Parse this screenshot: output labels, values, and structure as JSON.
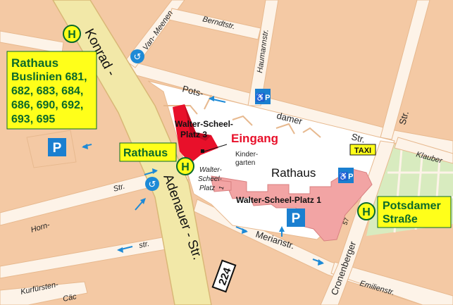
{
  "map": {
    "colors": {
      "block": "#f4c9a4",
      "road": "#fdf3e8",
      "main_road": "#f2e8a8",
      "rathaus": "#ffffff",
      "wing": "#f2a4a4",
      "entrance": "#e8102a",
      "green": "#d8ebbf",
      "label_yellow": "#ffff1a",
      "label_green_text": "#0a6a2a",
      "parking_blue": "#1a7fd0",
      "arrow_blue": "#1e8ad6"
    },
    "streets": {
      "konrad": "Konrad -",
      "adenauer": "Adenauer - Str.",
      "pots": "Pots-",
      "damer": "damer",
      "str_pots": "Str.",
      "str_top": "Str.",
      "haumannstr": "Haumannstr.",
      "berndtstr": "Berndtstr.",
      "van_meenen": "Van- Meenen",
      "klauber": "Klauber",
      "horn": "Horn-",
      "str_horn": "Str.",
      "str_mid": "str.",
      "merianstr": "Merianstr.",
      "cronenberger": "Cronenberger",
      "emilienstr": "Emilienstr.",
      "kurfuersten": "Kurfürsten-",
      "caec": "Cäc"
    },
    "labels": {
      "bus_lines": [
        "Rathaus",
        "Buslinien 681,",
        "682, 683, 684,",
        "686, 690, 692,",
        "693, 695"
      ],
      "rathaus_stop": "Rathaus",
      "potsdamer_stop": [
        "Potsdamer",
        "Straße"
      ],
      "walter_scheel_3": [
        "Walter-Scheel-",
        "Platz 3"
      ],
      "walter_scheel_1": "Walter-Scheel-Platz 1",
      "walter_scheel_street": [
        "Walter-",
        "Scheel-",
        "Platz"
      ],
      "eingang": "Eingang",
      "kindergarten": [
        "Kinder-",
        "garten"
      ],
      "rathaus_building": "Rathaus",
      "taxi": "TAXI",
      "route_number": "224",
      "house_57": "57",
      "house_1": "1"
    },
    "symbols": {
      "bus_stop": "H",
      "parking": "P",
      "disabled_parking": "♿P"
    }
  }
}
